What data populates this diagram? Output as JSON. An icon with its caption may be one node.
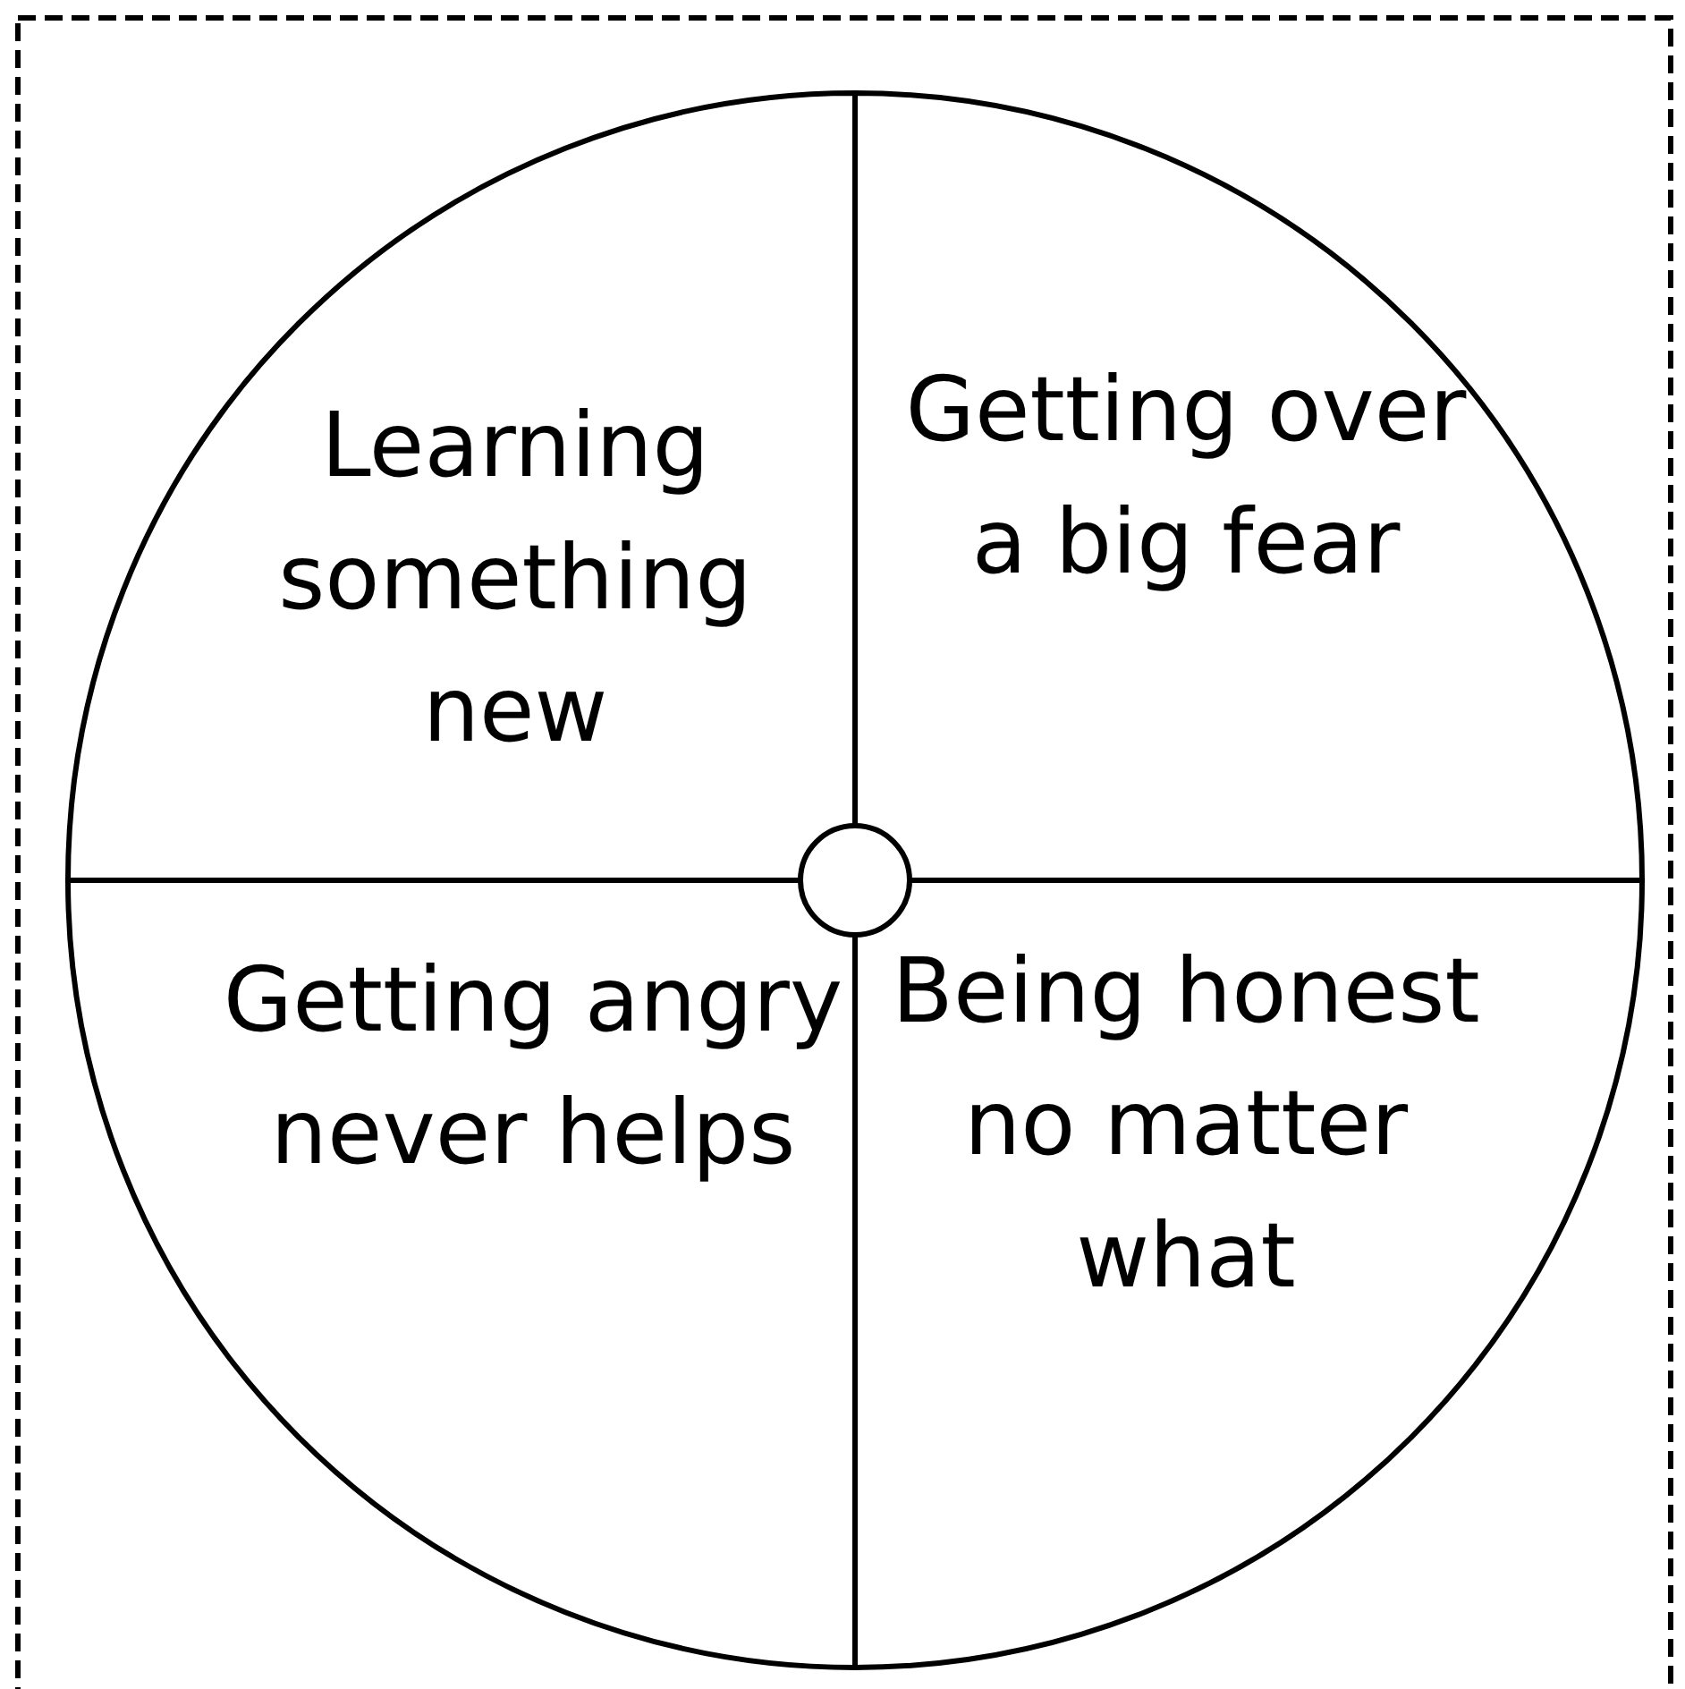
{
  "diagram": {
    "nodes": [
      {
        "text": [],
        "shape": "circle"
      },
      {
        "text": [
          "Learning something new"
        ],
        "in": 0
      },
      {
        "text": [
          "Getting over a big fear"
        ],
        "in": 0
      },
      {
        "text": [
          "Getting angry never helps"
        ],
        "in": 0
      },
      {
        "text": [
          "Being honest no matter what"
        ],
        "in": 0
      },
      {
        "text": [],
        "shape": "circle",
        "in": 0
      }
    ]
  }
}
